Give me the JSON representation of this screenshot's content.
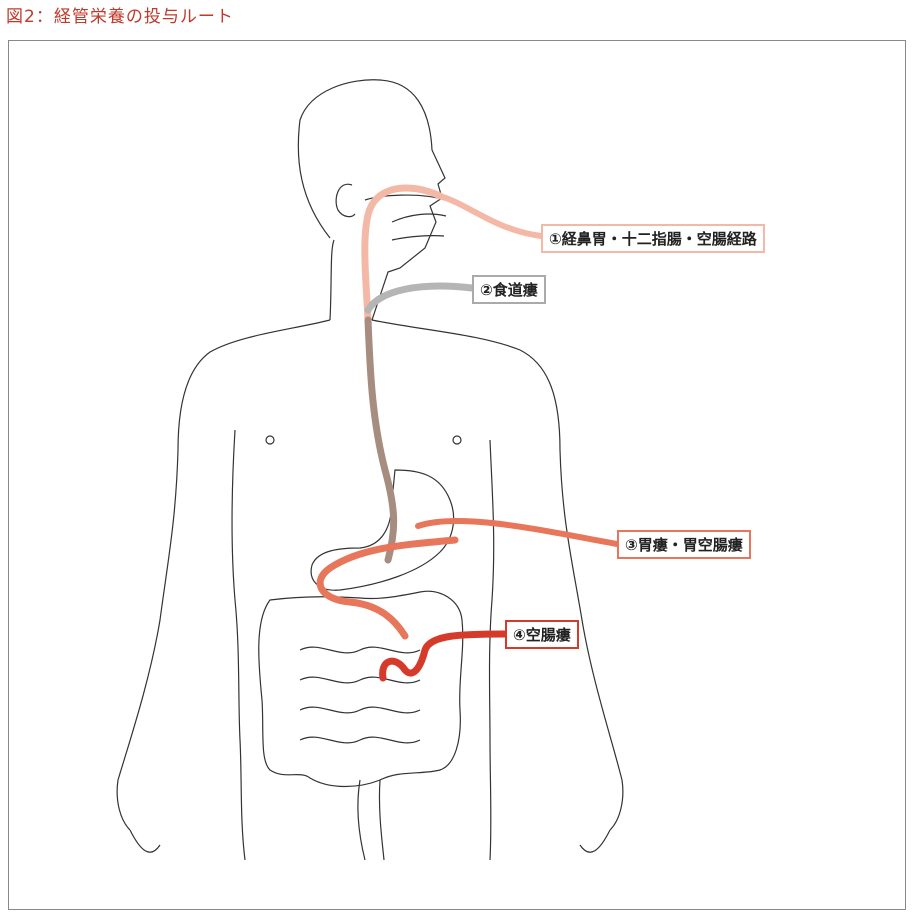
{
  "figure": {
    "title": "図2：経管栄養の投与ルート"
  },
  "routes": [
    {
      "id": "r1",
      "label": "①経鼻胃・十二指腸・空腸経路",
      "color": "#f4b9a6"
    },
    {
      "id": "r2",
      "label": "②食道瘻",
      "color": "#b5b5b5"
    },
    {
      "id": "r3",
      "label": "③胃瘻・胃空腸瘻",
      "color": "#e8765a"
    },
    {
      "id": "r4",
      "label": "④空腸瘻",
      "color": "#d63a2a"
    }
  ],
  "colors": {
    "esophagus_tube": "#a78c80",
    "outline": "#333333",
    "frame": "#888888"
  }
}
